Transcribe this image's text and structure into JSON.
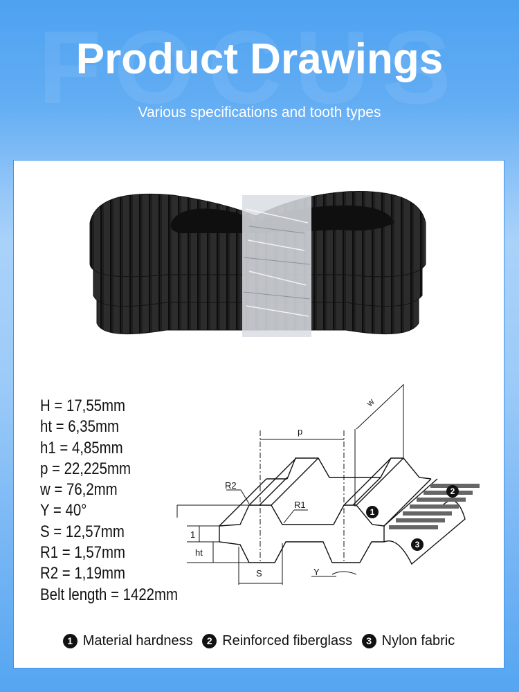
{
  "header": {
    "watermark": "FOCUS",
    "title": "Product Drawings",
    "subtitle": "Various specifications and tooth types"
  },
  "specs": [
    "H = 17,55mm",
    "ht = 6,35mm",
    "h1 = 4,85mm",
    "p = 22,225mm",
    "w = 76,2mm",
    "Υ = 40°",
    "S = 12,57mm",
    "R1 = 1,57mm",
    "R2 = 1,19mm",
    "Belt length = 1422mm"
  ],
  "diagram": {
    "labels": {
      "p": "p",
      "w": "w",
      "r1": "R1",
      "r2": "R2",
      "h1": "1",
      "ht": "ht",
      "s": "S",
      "gamma": "Υ"
    },
    "markers": [
      "1",
      "2",
      "3"
    ]
  },
  "legend": [
    {
      "num": "1",
      "label": "Material hardness"
    },
    {
      "num": "2",
      "label": "Reinforced fiberglass"
    },
    {
      "num": "3",
      "label": "Nylon fabric"
    }
  ],
  "colors": {
    "accent": "#4da2f1",
    "border": "#3f94ee",
    "belt": "#1c1c1c"
  }
}
